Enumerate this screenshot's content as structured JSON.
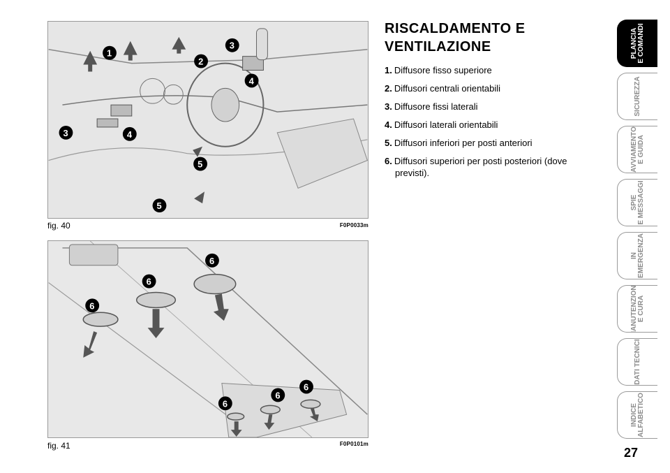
{
  "section": {
    "title_line1": "RISCALDAMENTO E",
    "title_line2": "VENTILAZIONE",
    "items": [
      {
        "num": "1.",
        "text": "Diffusore fisso superiore"
      },
      {
        "num": "2.",
        "text": "Diffusori centrali orientabili"
      },
      {
        "num": "3.",
        "text": "Diffusore fissi laterali"
      },
      {
        "num": "4.",
        "text": "Diffusori laterali orientabili"
      },
      {
        "num": "5.",
        "text": "Diffusori inferiori per posti anteriori"
      },
      {
        "num": "6.",
        "text": "Diffusori superiori per posti posteriori (dove previsti)."
      }
    ]
  },
  "figures": {
    "fig40": {
      "caption": "fig. 40",
      "code": "F0P0033m",
      "badges": [
        "1",
        "2",
        "3",
        "4",
        "3",
        "4",
        "5",
        "5"
      ]
    },
    "fig41": {
      "caption": "fig. 41",
      "code": "F0P0101m",
      "badges": [
        "6",
        "6",
        "6",
        "6",
        "6",
        "6"
      ]
    }
  },
  "tabs": [
    {
      "label": "PLANCIA\nE COMANDI",
      "active": true
    },
    {
      "label": "SICUREZZA",
      "active": false
    },
    {
      "label": "AVVIAMENTO\nE GUIDA",
      "active": false
    },
    {
      "label": "SPIE\nE MESSAGGI",
      "active": false
    },
    {
      "label": "IN\nEMERGENZA",
      "active": false
    },
    {
      "label": "MANUTENZIONE\nE CURA",
      "active": false
    },
    {
      "label": "DATI TECNICI",
      "active": false
    },
    {
      "label": "INDICE\nALFABETICO",
      "active": false
    }
  ],
  "page_number": "27"
}
